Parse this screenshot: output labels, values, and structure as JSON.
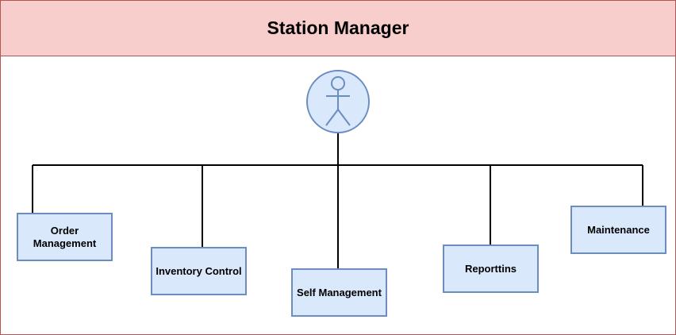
{
  "header": {
    "title": "Station Manager"
  },
  "actor": {
    "icon": "person-icon"
  },
  "nodes": [
    {
      "id": "order",
      "label": "Order Management"
    },
    {
      "id": "inventory",
      "label": "Inventory Control"
    },
    {
      "id": "self",
      "label": "Self Management"
    },
    {
      "id": "report",
      "label": "Reporttins"
    },
    {
      "id": "maint",
      "label": "Maintenance"
    }
  ],
  "colors": {
    "header_fill": "#f8cecc",
    "header_border": "#b85450",
    "node_fill": "#dae8fc",
    "node_border": "#6c8ebf",
    "connector": "#000000"
  }
}
